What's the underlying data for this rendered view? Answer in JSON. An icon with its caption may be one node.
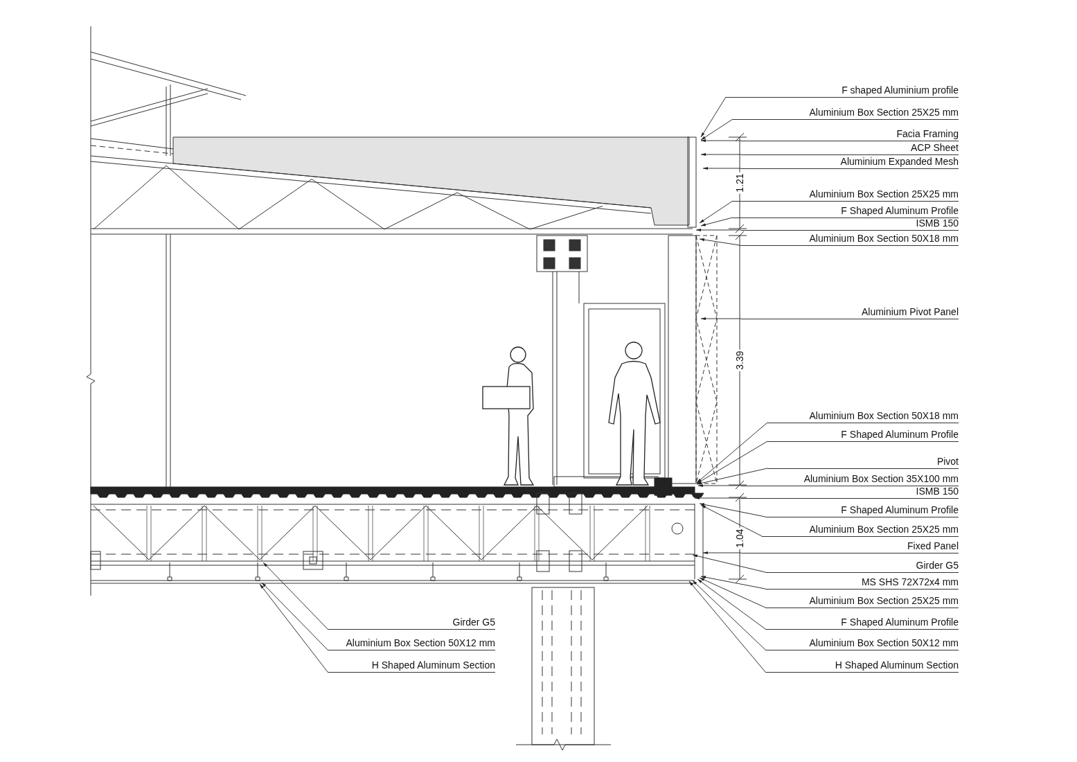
{
  "diagram": {
    "nodes": [
      {
        "text": [
          "F shaped Aluminium profile"
        ]
      },
      {
        "text": [
          "Aluminium Box Section 25X25 mm"
        ]
      },
      {
        "text": [
          "Facia Framing"
        ]
      },
      {
        "text": [
          "ACP Sheet"
        ]
      },
      {
        "text": [
          "Aluminium Expanded Mesh"
        ]
      },
      {
        "text": [
          "Aluminium Box Section 25X25 mm"
        ]
      },
      {
        "text": [
          "F Shaped Aluminum Profile"
        ]
      },
      {
        "text": [
          "ISMB 150"
        ]
      },
      {
        "text": [
          "Aluminium Box Section 50X18 mm"
        ]
      },
      {
        "text": [
          "Aluminium Pivot Panel"
        ]
      },
      {
        "text": [
          "Aluminium Box Section 50X18 mm"
        ]
      },
      {
        "text": [
          "F Shaped Aluminum Profile"
        ]
      },
      {
        "text": [
          "Pivot"
        ]
      },
      {
        "text": [
          "Aluminium Box Section 35X100 mm"
        ]
      },
      {
        "text": [
          "ISMB 150"
        ]
      },
      {
        "text": [
          "F Shaped Aluminum Profile"
        ]
      },
      {
        "text": [
          "Aluminium Box Section 25X25 mm"
        ]
      },
      {
        "text": [
          "Fixed Panel"
        ]
      },
      {
        "text": [
          "Girder G5"
        ]
      },
      {
        "text": [
          "MS SHS 72X72x4 mm"
        ]
      },
      {
        "text": [
          "Aluminium Box Section 25X25 mm"
        ]
      },
      {
        "text": [
          "F Shaped Aluminum Profile"
        ]
      },
      {
        "text": [
          "Aluminium Box Section 50X12 mm"
        ]
      },
      {
        "text": [
          "H Shaped Aluminum Section"
        ]
      },
      {
        "text": [
          "Girder G5"
        ]
      },
      {
        "text": [
          "Aluminium Box Section 50X12 mm"
        ]
      },
      {
        "text": [
          "H Shaped Aluminum Section"
        ]
      }
    ],
    "edges": [
      {
        "from": 0,
        "to": null,
        "arrow": "to"
      },
      {
        "from": 1,
        "to": null,
        "arrow": "to"
      },
      {
        "from": 2,
        "to": null,
        "arrow": "to"
      },
      {
        "from": 3,
        "to": null,
        "arrow": "to"
      },
      {
        "from": 4,
        "to": null,
        "arrow": "to"
      },
      {
        "from": 5,
        "to": null,
        "arrow": "to"
      },
      {
        "from": 6,
        "to": null,
        "arrow": "to"
      },
      {
        "from": 7,
        "to": null,
        "arrow": "to"
      },
      {
        "from": 8,
        "to": null,
        "arrow": "to"
      },
      {
        "from": 9,
        "to": null,
        "arrow": "to"
      },
      {
        "from": 10,
        "to": null,
        "arrow": "to"
      },
      {
        "from": 11,
        "to": null,
        "arrow": "to"
      },
      {
        "from": 12,
        "to": null,
        "arrow": "to"
      },
      {
        "from": 13,
        "to": null,
        "arrow": "to"
      },
      {
        "from": 14,
        "to": null,
        "arrow": "to"
      },
      {
        "from": 15,
        "to": null,
        "arrow": "to"
      },
      {
        "from": 16,
        "to": null,
        "arrow": "to"
      },
      {
        "from": 17,
        "to": null,
        "arrow": "to"
      },
      {
        "from": 18,
        "to": null,
        "arrow": "to"
      },
      {
        "from": 19,
        "to": null,
        "arrow": "to"
      },
      {
        "from": 20,
        "to": null,
        "arrow": "to"
      },
      {
        "from": 21,
        "to": null,
        "arrow": "to"
      },
      {
        "from": 22,
        "to": null,
        "arrow": "to"
      },
      {
        "from": 23,
        "to": null,
        "arrow": "to"
      },
      {
        "from": 24,
        "to": null,
        "arrow": "to"
      },
      {
        "from": 25,
        "to": null,
        "arrow": "to"
      },
      {
        "from": 26,
        "to": null,
        "arrow": "to"
      }
    ],
    "labels": [
      "1.21",
      "3.39",
      "1.04"
    ]
  }
}
